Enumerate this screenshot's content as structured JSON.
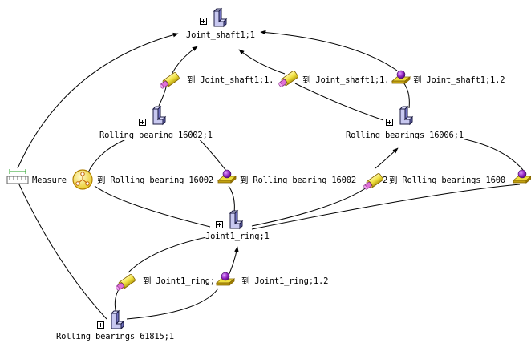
{
  "nodes": {
    "joint_shaft": "Joint_shaft1;1",
    "rolling_16002": "Rolling bearing 16002;1",
    "rolling_16006": "Rolling bearings 16006;1",
    "joint_ring": "Joint1_ring;1",
    "rolling_61815": "Rolling bearings 61815;1"
  },
  "constraints": {
    "c1": "到 Joint_shaft1;1.",
    "c2": "到 Joint_shaft1;1.",
    "c3": "到 Joint_shaft1;1.2",
    "measure": "Measure",
    "c4": "到 Rolling bearing 16002",
    "c5": "到 Rolling bearing 16002",
    "c6": "2",
    "c7": "到 Rolling bearings 1600",
    "c8": "到 Joint1_ring;",
    "c9": "到 Joint1_ring;1.2"
  },
  "colors": {
    "part_face": "#9d9dd8",
    "part_face_light": "#c8c8f0",
    "part_edge": "#1a1a40",
    "cylinder_yellow": "#f0e040",
    "cylinder_pink": "#e060d0",
    "sphere_purple": "#9020c0",
    "plate_yellow": "#f0e040",
    "measure_circle": "#f0e040"
  }
}
